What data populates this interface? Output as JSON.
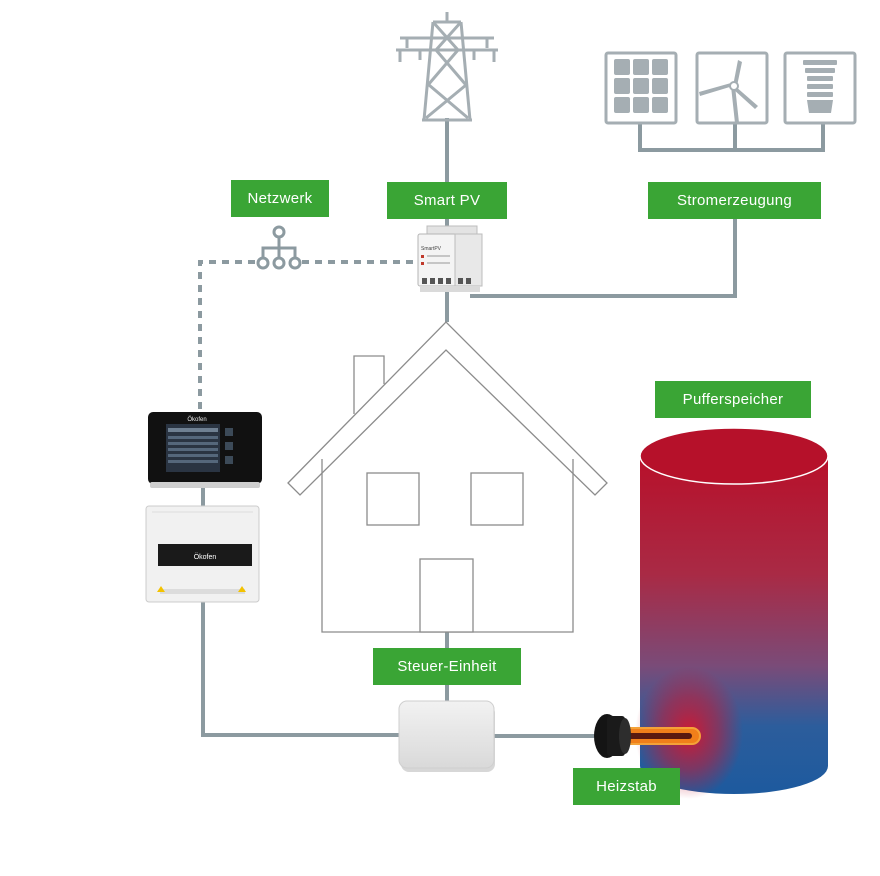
{
  "labels": {
    "netzwerk": "Netzwerk",
    "smart_pv": "Smart PV",
    "stromerzeugung": "Stromerzeugung",
    "pufferspeicher": "Pufferspeicher",
    "steuer_einheit": "Steuer-Einheit",
    "heizstab": "Heizstab"
  },
  "device_text": {
    "smartpv_module": "SmartPV",
    "touch_display_logo": "Ökofen",
    "controller_logo": "Ökofen"
  },
  "colors": {
    "label_green": "#3aa535",
    "line_grey": "#8c9aa0",
    "house_outline": "#8c8c8c",
    "tank_hot": "#b5122a",
    "tank_cold": "#1e5aa0",
    "heater_glow": "#f07f1a"
  },
  "icons": [
    "power-pylon-icon",
    "solar-panel-icon",
    "wind-turbine-icon",
    "heat-pump-icon",
    "network-hub-icon"
  ]
}
